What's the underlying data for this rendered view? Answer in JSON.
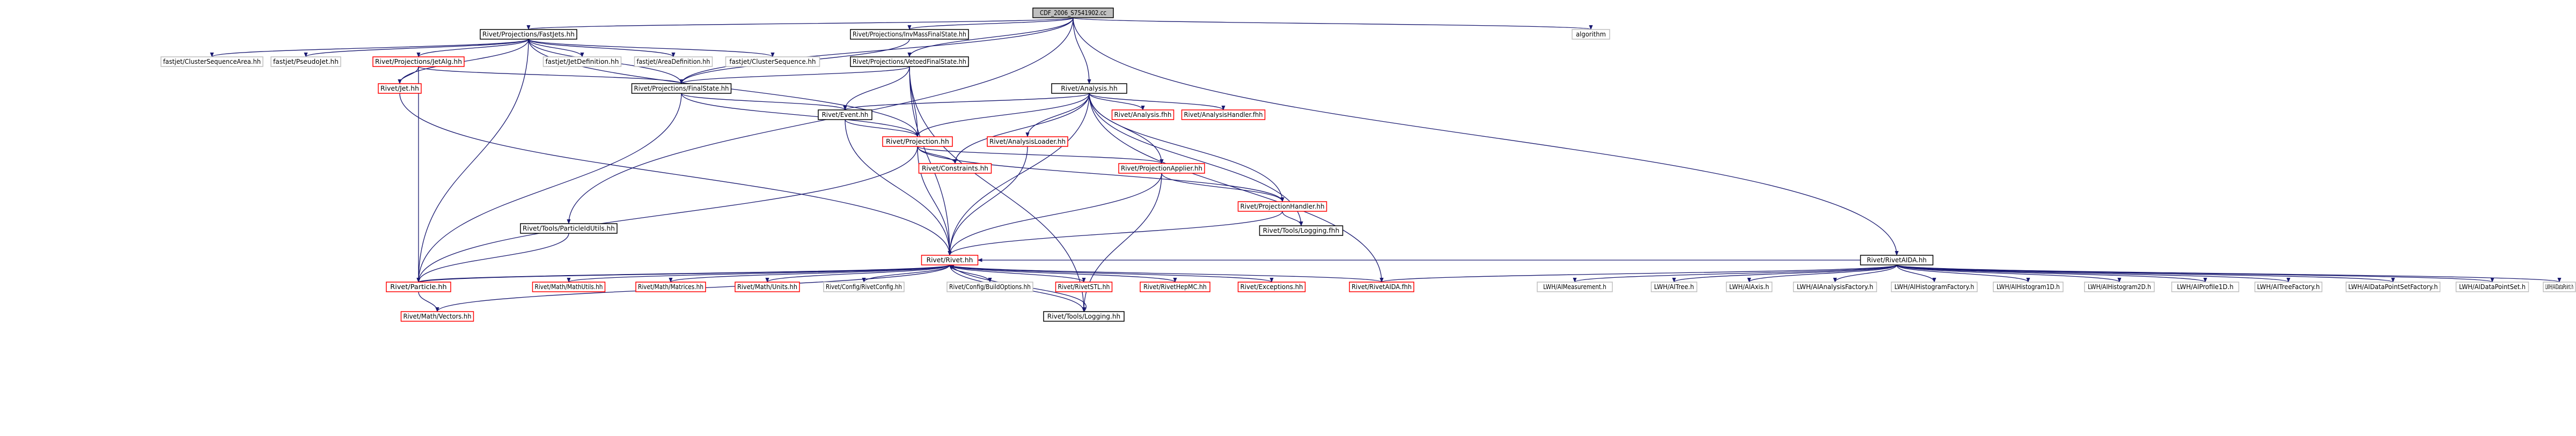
{
  "colors": {
    "edge": "#191970",
    "root_fill": "#bfbfbf",
    "root_border": "#000000",
    "node_fill": "#ffffff",
    "node_border_normal": "#000000",
    "node_border_red": "#ff0000",
    "node_border_gray": "#bfbfbf",
    "text": "#000000"
  },
  "nodes": [
    {
      "id": "root",
      "label": "CDF_2006_S7541902.cc",
      "style": "root"
    },
    {
      "id": "fastjets",
      "label": "Rivet/Projections/FastJets.hh",
      "style": "normal"
    },
    {
      "id": "invmass",
      "label": "Rivet/Projections/InvMassFinalState.hh",
      "style": "normal"
    },
    {
      "id": "vetoed",
      "label": "Rivet/Projections/VetoedFinalState.hh",
      "style": "normal"
    },
    {
      "id": "analysis",
      "label": "Rivet/Analysis.hh",
      "style": "normal"
    },
    {
      "id": "algorithm",
      "label": "algorithm",
      "style": "gray"
    },
    {
      "id": "rivetaida",
      "label": "Rivet/RivetAIDA.hh",
      "style": "normal"
    },
    {
      "id": "partutils",
      "label": "Rivet/Tools/ParticleIdUtils.hh",
      "style": "normal"
    },
    {
      "id": "csa",
      "label": "fastjet/ClusterSequenceArea.hh",
      "style": "gray"
    },
    {
      "id": "pseudojet",
      "label": "fastjet/PseudoJet.hh",
      "style": "gray"
    },
    {
      "id": "jetalg",
      "label": "Rivet/Projections/JetAlg.hh",
      "style": "red"
    },
    {
      "id": "jetdef",
      "label": "fastjet/JetDefinition.hh",
      "style": "gray"
    },
    {
      "id": "areadef",
      "label": "fastjet/AreaDefinition.hh",
      "style": "gray"
    },
    {
      "id": "clusterseq",
      "label": "fastjet/ClusterSequence.hh",
      "style": "gray"
    },
    {
      "id": "jet",
      "label": "Rivet/Jet.hh",
      "style": "red"
    },
    {
      "id": "finalstate",
      "label": "Rivet/Projections/FinalState.hh",
      "style": "normal"
    },
    {
      "id": "event",
      "label": "Rivet/Event.hh",
      "style": "normal"
    },
    {
      "id": "analysisfhh",
      "label": "Rivet/Analysis.fhh",
      "style": "red"
    },
    {
      "id": "ahandler",
      "label": "Rivet/AnalysisHandler.fhh",
      "style": "red"
    },
    {
      "id": "projection",
      "label": "Rivet/Projection.hh",
      "style": "red"
    },
    {
      "id": "aloader",
      "label": "Rivet/AnalysisLoader.hh",
      "style": "red"
    },
    {
      "id": "constraints",
      "label": "Rivet/Constraints.hh",
      "style": "red"
    },
    {
      "id": "papplier",
      "label": "Rivet/ProjectionApplier.hh",
      "style": "red"
    },
    {
      "id": "phandler",
      "label": "Rivet/ProjectionHandler.hh",
      "style": "red"
    },
    {
      "id": "logfhh",
      "label": "Rivet/Tools/Logging.fhh",
      "style": "normal"
    },
    {
      "id": "rivet",
      "label": "Rivet/Rivet.hh",
      "style": "red"
    },
    {
      "id": "particle",
      "label": "Rivet/Particle.hh",
      "style": "red"
    },
    {
      "id": "mathutils",
      "label": "Rivet/Math/MathUtils.hh",
      "style": "red"
    },
    {
      "id": "matrices",
      "label": "Rivet/Math/Matrices.hh",
      "style": "red"
    },
    {
      "id": "units",
      "label": "Rivet/Math/Units.hh",
      "style": "red"
    },
    {
      "id": "rivetconfig",
      "label": "Rivet/Config/RivetConfig.hh",
      "style": "gray"
    },
    {
      "id": "buildoptions",
      "label": "Rivet/Config/BuildOptions.hh",
      "style": "gray"
    },
    {
      "id": "rivetstl",
      "label": "Rivet/RivetSTL.hh",
      "style": "red"
    },
    {
      "id": "rivethepmc",
      "label": "Rivet/RivetHepMC.hh",
      "style": "red"
    },
    {
      "id": "exceptions",
      "label": "Rivet/Exceptions.hh",
      "style": "red"
    },
    {
      "id": "rivetaidafhh",
      "label": "Rivet/RivetAIDA.fhh",
      "style": "red"
    },
    {
      "id": "vectors",
      "label": "Rivet/Math/Vectors.hh",
      "style": "red"
    },
    {
      "id": "logging",
      "label": "Rivet/Tools/Logging.hh",
      "style": "normal"
    },
    {
      "id": "imeasurement",
      "label": "LWH/AIMeasurement.h",
      "style": "gray"
    },
    {
      "id": "itree",
      "label": "LWH/AITree.h",
      "style": "gray"
    },
    {
      "id": "iaxis",
      "label": "LWH/AIAxis.h",
      "style": "gray"
    },
    {
      "id": "ianalysisfactory",
      "label": "LWH/AIAnalysisFactory.h",
      "style": "gray"
    },
    {
      "id": "ihistfactory",
      "label": "LWH/AIHistogramFactory.h",
      "style": "gray"
    },
    {
      "id": "ihist1d",
      "label": "LWH/AIHistogram1D.h",
      "style": "gray"
    },
    {
      "id": "ihist2d",
      "label": "LWH/AIHistogram2D.h",
      "style": "gray"
    },
    {
      "id": "iprofile1d",
      "label": "LWH/AIProfile1D.h",
      "style": "gray"
    },
    {
      "id": "itreefactory",
      "label": "LWH/AITreeFactory.h",
      "style": "gray"
    },
    {
      "id": "idpsfactory",
      "label": "LWH/AIDataPointSetFactory.h",
      "style": "gray"
    },
    {
      "id": "idpset",
      "label": "LWH/AIDataPointSet.h",
      "style": "gray"
    },
    {
      "id": "idpoint",
      "label": "LWH/AIDataPoint.h",
      "style": "gray"
    }
  ],
  "edges": [
    [
      "root",
      "fastjets"
    ],
    [
      "root",
      "invmass"
    ],
    [
      "root",
      "vetoed"
    ],
    [
      "root",
      "analysis"
    ],
    [
      "root",
      "algorithm"
    ],
    [
      "root",
      "rivetaida"
    ],
    [
      "root",
      "partutils"
    ],
    [
      "root",
      "finalstate"
    ],
    [
      "fastjets",
      "csa"
    ],
    [
      "fastjets",
      "pseudojet"
    ],
    [
      "fastjets",
      "jetalg"
    ],
    [
      "fastjets",
      "jetdef"
    ],
    [
      "fastjets",
      "areadef"
    ],
    [
      "fastjets",
      "clusterseq"
    ],
    [
      "fastjets",
      "jet"
    ],
    [
      "fastjets",
      "finalstate"
    ],
    [
      "fastjets",
      "particle"
    ],
    [
      "fastjets",
      "projection"
    ],
    [
      "invmass",
      "finalstate"
    ],
    [
      "vetoed",
      "finalstate"
    ],
    [
      "vetoed",
      "event"
    ],
    [
      "vetoed",
      "projection"
    ],
    [
      "vetoed",
      "rivet"
    ],
    [
      "vetoed",
      "logging"
    ],
    [
      "jetalg",
      "jet"
    ],
    [
      "jetalg",
      "finalstate"
    ],
    [
      "jetalg",
      "particle"
    ],
    [
      "jet",
      "rivet"
    ],
    [
      "finalstate",
      "event"
    ],
    [
      "finalstate",
      "projection"
    ],
    [
      "finalstate",
      "particle"
    ],
    [
      "analysis",
      "event"
    ],
    [
      "analysis",
      "analysisfhh"
    ],
    [
      "analysis",
      "ahandler"
    ],
    [
      "analysis",
      "projection"
    ],
    [
      "analysis",
      "aloader"
    ],
    [
      "analysis",
      "constraints"
    ],
    [
      "analysis",
      "papplier"
    ],
    [
      "analysis",
      "phandler"
    ],
    [
      "analysis",
      "logfhh"
    ],
    [
      "analysis",
      "rivet"
    ],
    [
      "analysis",
      "rivetaidafhh"
    ],
    [
      "event",
      "projection"
    ],
    [
      "event",
      "rivet"
    ],
    [
      "projection",
      "constraints"
    ],
    [
      "projection",
      "papplier"
    ],
    [
      "projection",
      "phandler"
    ],
    [
      "projection",
      "rivet"
    ],
    [
      "projection",
      "particle"
    ],
    [
      "aloader",
      "rivet"
    ],
    [
      "papplier",
      "phandler"
    ],
    [
      "papplier",
      "rivet"
    ],
    [
      "papplier",
      "logging"
    ],
    [
      "phandler",
      "logfhh"
    ],
    [
      "phandler",
      "rivet"
    ],
    [
      "rivet",
      "particle"
    ],
    [
      "rivet",
      "mathutils"
    ],
    [
      "rivet",
      "matrices"
    ],
    [
      "rivet",
      "units"
    ],
    [
      "rivet",
      "rivetconfig"
    ],
    [
      "rivet",
      "buildoptions"
    ],
    [
      "rivet",
      "rivetstl"
    ],
    [
      "rivet",
      "rivethepmc"
    ],
    [
      "rivet",
      "exceptions"
    ],
    [
      "rivet",
      "rivetaidafhh"
    ],
    [
      "rivet",
      "vectors"
    ],
    [
      "rivet",
      "logging"
    ],
    [
      "particle",
      "vectors"
    ],
    [
      "particle",
      "rivet"
    ],
    [
      "logging",
      "rivet"
    ],
    [
      "partutils",
      "particle"
    ],
    [
      "rivetaida",
      "rivet"
    ],
    [
      "rivetaida",
      "rivetaidafhh"
    ],
    [
      "rivetaida",
      "imeasurement"
    ],
    [
      "rivetaida",
      "itree"
    ],
    [
      "rivetaida",
      "iaxis"
    ],
    [
      "rivetaida",
      "ianalysisfactory"
    ],
    [
      "rivetaida",
      "ihistfactory"
    ],
    [
      "rivetaida",
      "ihist1d"
    ],
    [
      "rivetaida",
      "ihist2d"
    ],
    [
      "rivetaida",
      "iprofile1d"
    ],
    [
      "rivetaida",
      "itreefactory"
    ],
    [
      "rivetaida",
      "idpsfactory"
    ],
    [
      "rivetaida",
      "idpset"
    ],
    [
      "rivetaida",
      "idpoint"
    ]
  ]
}
